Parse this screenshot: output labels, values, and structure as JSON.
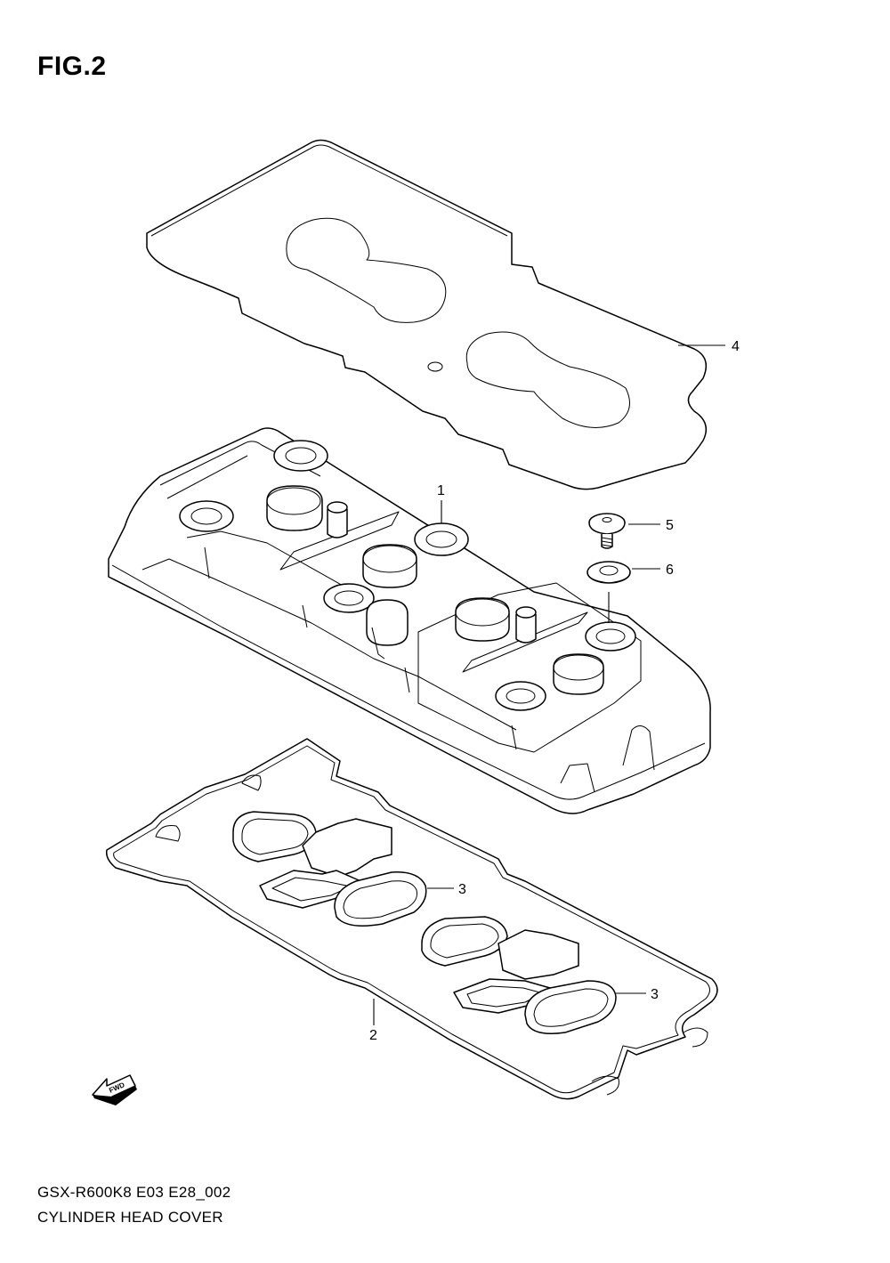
{
  "figure": {
    "title": "FIG.2",
    "code": "GSX-R600K8 E03 E28_002",
    "name": "CYLINDER HEAD COVER"
  },
  "callouts": [
    {
      "id": "head-cover",
      "label": "1"
    },
    {
      "id": "lower-gasket",
      "label": "2"
    },
    {
      "id": "plug-seal-a",
      "label": "3"
    },
    {
      "id": "plug-seal-b",
      "label": "3"
    },
    {
      "id": "upper-gasket",
      "label": "4"
    },
    {
      "id": "bolt",
      "label": "5"
    },
    {
      "id": "washer",
      "label": "6"
    }
  ],
  "fwd_arrow": {
    "label": "FWD"
  }
}
